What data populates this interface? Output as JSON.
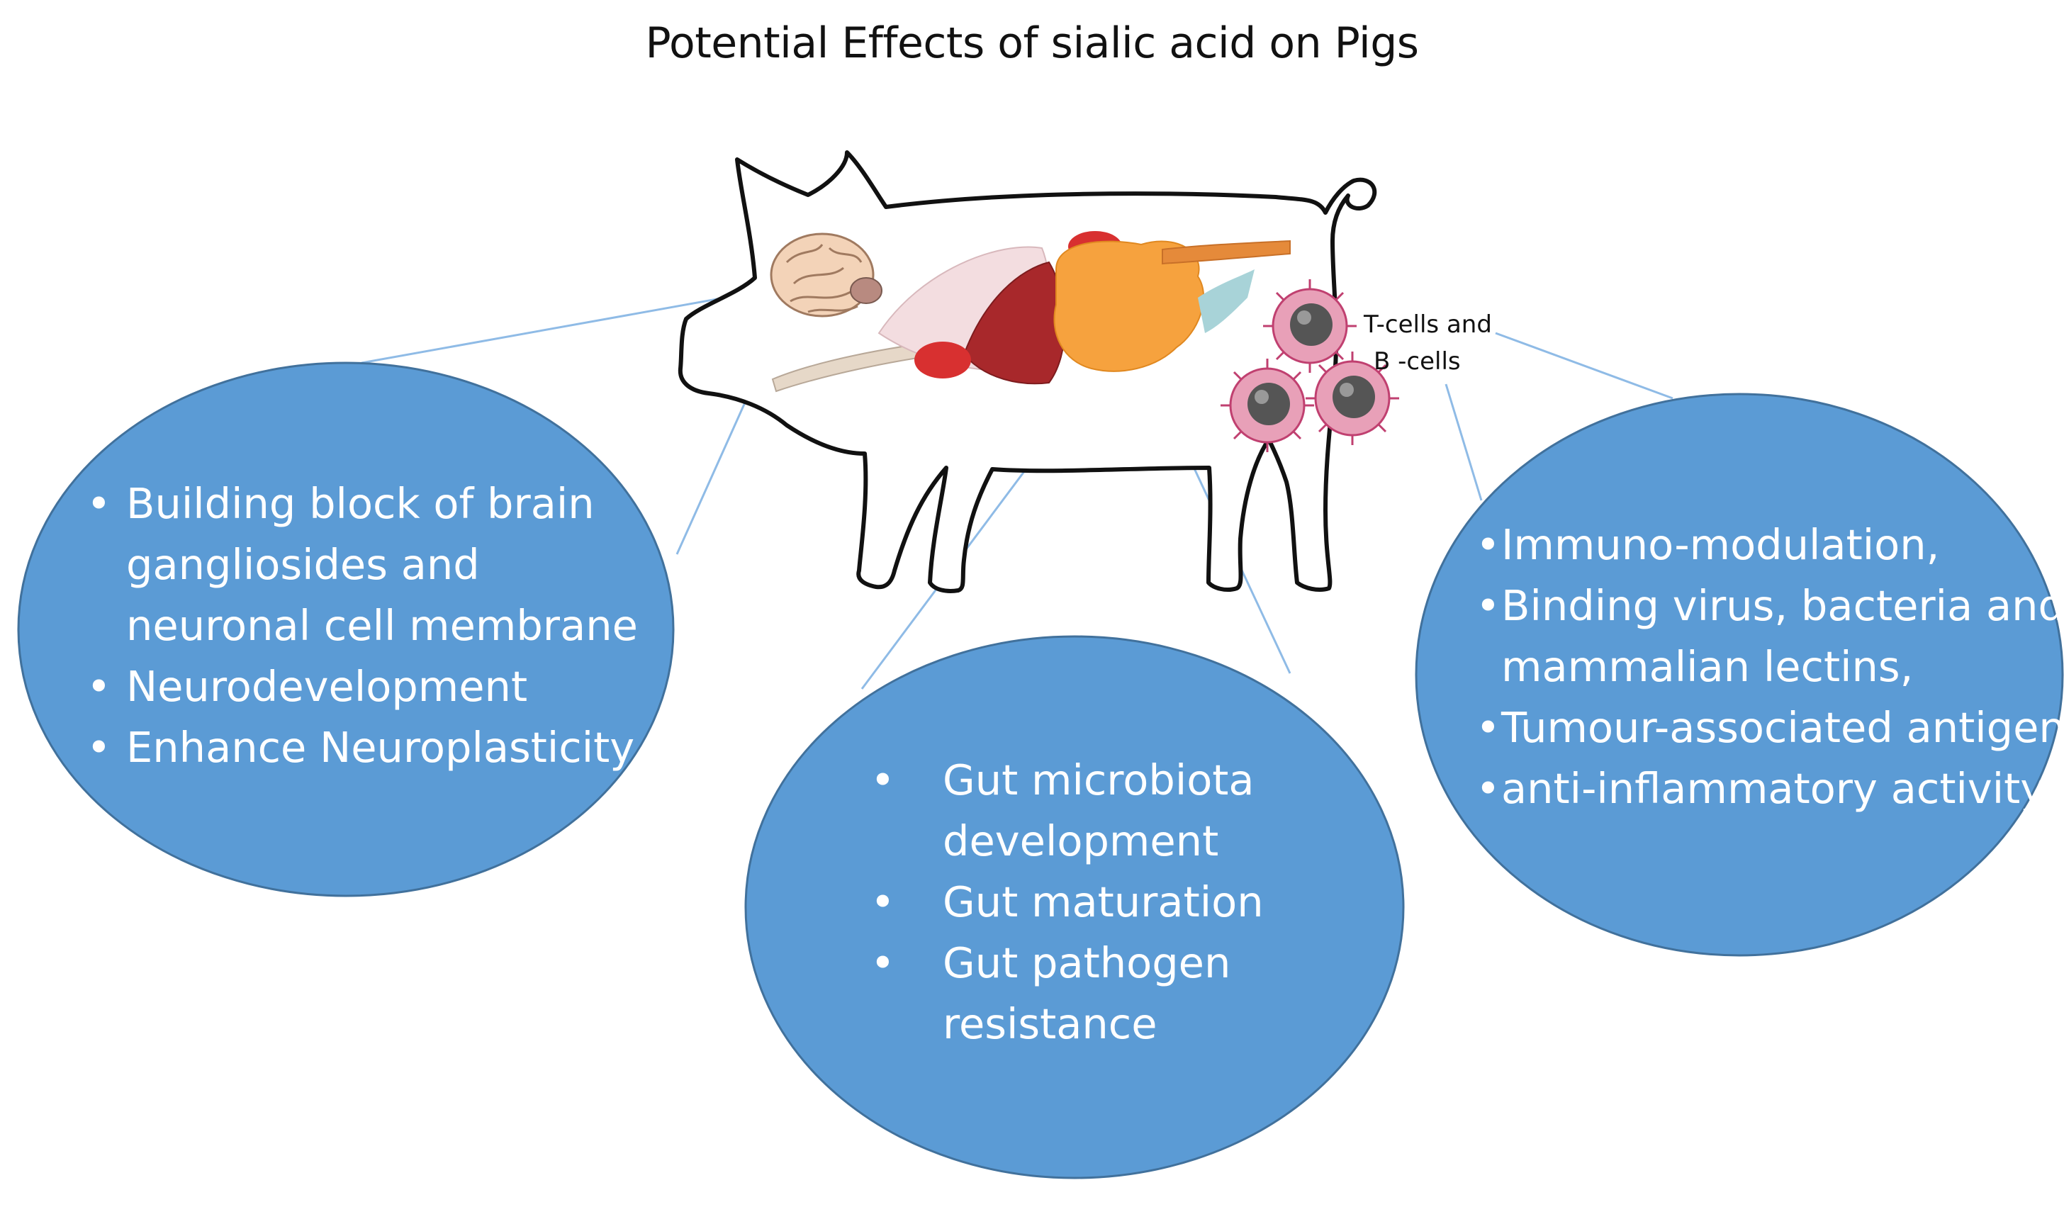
{
  "title": "Potential Effects of sialic acid on Pigs",
  "cell_label": [
    "T-cells and",
    "B -cells"
  ],
  "bullet_glyph": "•",
  "panels": {
    "brain": {
      "items": [
        [
          "Building block of  brain",
          "gangliosides and",
          "neuronal cell membrane"
        ],
        [
          "Neurodevelopment"
        ],
        [
          "Enhance Neuroplasticity"
        ]
      ]
    },
    "gut": {
      "items": [
        [
          "Gut microbiota",
          "development"
        ],
        [
          "Gut maturation"
        ],
        [
          "Gut pathogen",
          "resistance"
        ]
      ]
    },
    "immune": {
      "items": [
        [
          "Immuno-modulation,"
        ],
        [
          "Binding virus, bacteria and",
          "mammalian lectins,"
        ],
        [
          "Tumour-associated antigen"
        ],
        [
          "anti-inflammatory activity"
        ]
      ]
    }
  },
  "colors": {
    "bubble_fill": "#5b9bd5",
    "bubble_stroke": "#41719c",
    "connector": "#7fb0e0",
    "outline": "#111111",
    "brain": "#f3d3b8",
    "intestine": "#f5a03a",
    "liver": "#a0282a",
    "lung": "#f2d9dc",
    "cell_body": "#e8a0b8",
    "cell_nucleus": "#555555"
  }
}
